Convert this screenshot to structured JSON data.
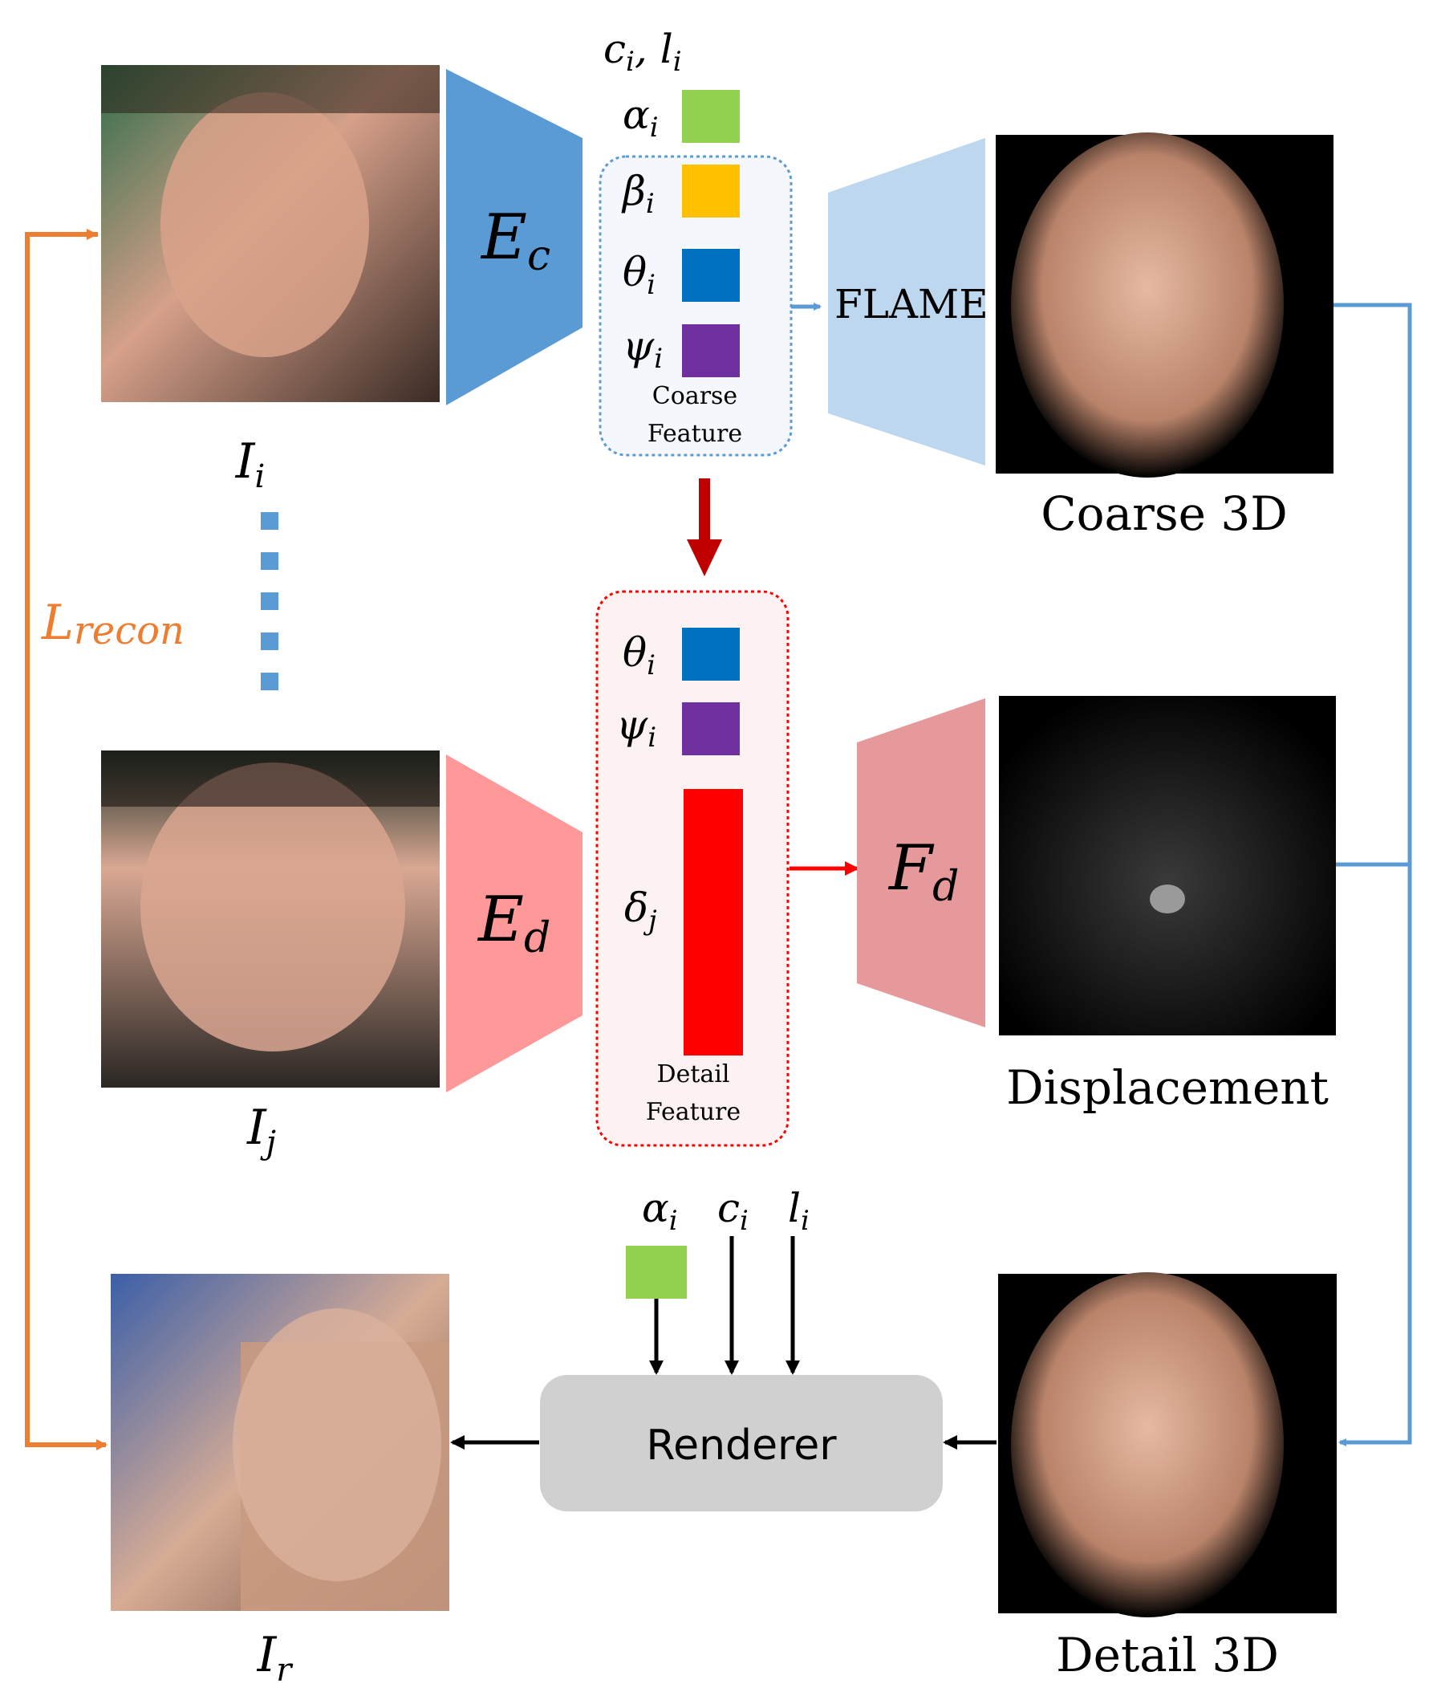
{
  "inputs": {
    "i_label": "I",
    "i_sub": "i",
    "j_label": "I",
    "j_sub": "j",
    "r_label": "I",
    "r_sub": "r"
  },
  "loss": {
    "label": "L",
    "sub": "recon"
  },
  "encoders": {
    "coarse": {
      "label": "E",
      "sub": "c"
    },
    "detail": {
      "label": "E",
      "sub": "d"
    }
  },
  "coarse_feature": {
    "top_label": "c",
    "top_label_sub": "i",
    "top_label_sep": ", ",
    "top_label2": "l",
    "top_label2_sub": "i",
    "params": [
      {
        "symbol": "α",
        "sub": "i",
        "color": "#92d050"
      },
      {
        "symbol": "β",
        "sub": "i",
        "color": "#ffc000"
      },
      {
        "symbol": "θ",
        "sub": "i",
        "color": "#0070c0"
      },
      {
        "symbol": "ψ",
        "sub": "i",
        "color": "#7030a0"
      }
    ],
    "caption_line1": "Coarse",
    "caption_line2": "Feature",
    "border_color": "#5b9bd5"
  },
  "detail_feature": {
    "params": [
      {
        "symbol": "θ",
        "sub": "i",
        "color": "#0070c0"
      },
      {
        "symbol": "ψ",
        "sub": "i",
        "color": "#7030a0"
      },
      {
        "symbol": "δ",
        "sub": "j",
        "color": "#ff0000"
      }
    ],
    "caption_line1": "Detail",
    "caption_line2": "Feature",
    "border_color": "#ff0000"
  },
  "flame": {
    "label": "FLAME",
    "color": "#bdd7ee"
  },
  "detail_decoder": {
    "label": "F",
    "sub": "d",
    "color": "#e6999a"
  },
  "outputs": {
    "coarse": "Coarse 3D",
    "displacement": "Displacement",
    "detail": "Detail 3D"
  },
  "renderer": {
    "label": "Renderer",
    "inputs": [
      {
        "symbol": "α",
        "sub": "i"
      },
      {
        "symbol": "c",
        "sub": "i"
      },
      {
        "symbol": "l",
        "sub": "i"
      }
    ]
  },
  "colors": {
    "coarse_encoder": "#5b9bd5",
    "detail_encoder": "#ff9999",
    "loss_arrow": "#ed7d31",
    "blue_arrow": "#5b9bd5",
    "red_arrow": "#c00000",
    "dots": "#5b9bd5",
    "renderer_fill": "#d0d0d0"
  }
}
